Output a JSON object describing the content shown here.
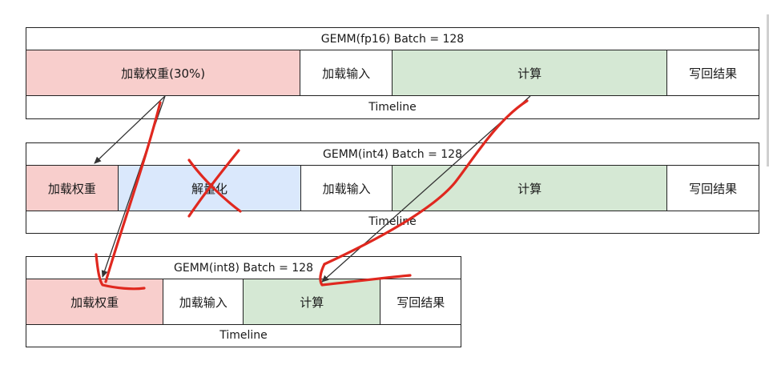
{
  "diagrams": [
    {
      "title": "GEMM(fp16) Batch = 128",
      "stages": [
        "加载权重(30%)",
        "加载输入",
        "计算",
        "写回结果"
      ],
      "timeline": "Timeline"
    },
    {
      "title": "GEMM(int4) Batch = 128",
      "stages": [
        "加载权重",
        "解量化",
        "加载输入",
        "计算",
        "写回结果"
      ],
      "timeline": "Timeline"
    },
    {
      "title": "GEMM(int8) Batch = 128",
      "stages": [
        "加载权重",
        "加载输入",
        "计算",
        "写回结果"
      ],
      "timeline": "Timeline"
    }
  ],
  "colors": {
    "load_weights": "#f8cecc",
    "dequantize": "#dae8fc",
    "compute": "#d5e8d4",
    "default": "#ffffff",
    "annotation_red": "#e0281f",
    "arrow": "#333333"
  }
}
